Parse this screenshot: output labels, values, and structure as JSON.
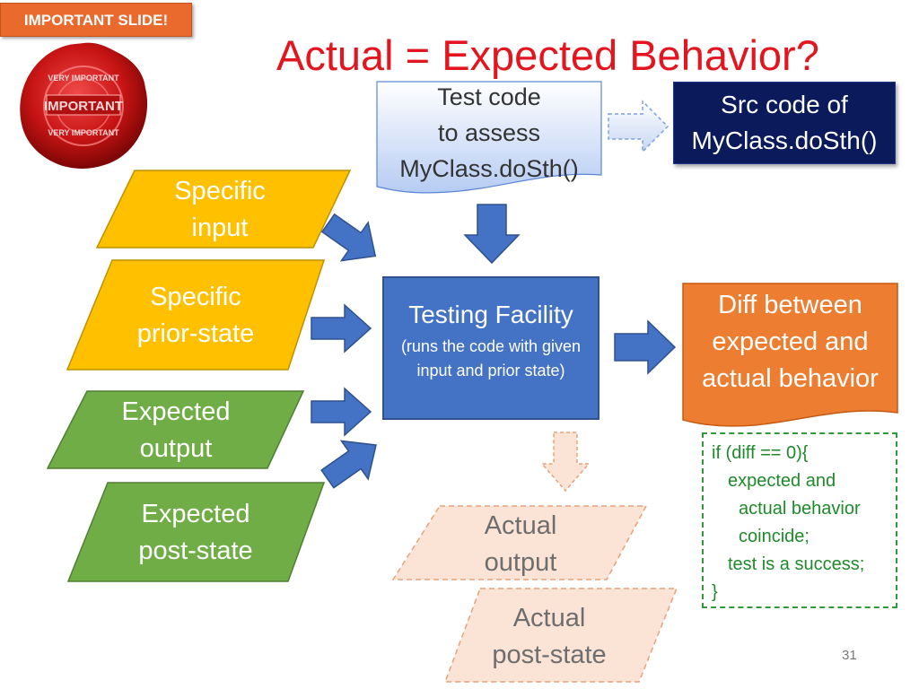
{
  "badge": {
    "label": "IMPORTANT SLIDE!"
  },
  "title": "Actual = Expected Behavior?",
  "seal": {
    "top_text": "VERY IMPORTANT",
    "center_text": "IMPORTANT",
    "bottom_text": "VERY IMPORTANT"
  },
  "test_code": {
    "line1": "Test code",
    "line2": "to assess",
    "line3": "MyClass.doSth()"
  },
  "src_code": {
    "line1": "Src code of",
    "line2": "MyClass.doSth()"
  },
  "inputs": [
    {
      "line1": "Specific",
      "line2": "input"
    },
    {
      "line1": "Specific",
      "line2": "prior-state"
    },
    {
      "line1": "Expected",
      "line2": "output"
    },
    {
      "line1": "Expected",
      "line2": "post-state"
    }
  ],
  "testing_facility": {
    "title": "Testing Facility",
    "subtitle": "(runs the code with given input and prior state)"
  },
  "diff": {
    "line1": "Diff between",
    "line2": "expected and",
    "line3": "actual behavior"
  },
  "actual_output": {
    "line1": "Actual",
    "line2": "output"
  },
  "actual_post_state": {
    "line1": "Actual",
    "line2": "post-state"
  },
  "code_snippet": [
    "if (diff == 0){",
    "   expected and",
    "     actual behavior",
    "     coincide;",
    "   test is a success;",
    "}"
  ],
  "page_number": "31",
  "colors": {
    "badge": "#e96a2c",
    "title": "#e3161f",
    "yellow": "#ffc000",
    "green": "#70ad47",
    "blue": "#4472c4",
    "navy": "#0a1a5a",
    "orange": "#ed7d31",
    "peach": "#fbe3d6",
    "code_green": "#1e8a2a"
  }
}
